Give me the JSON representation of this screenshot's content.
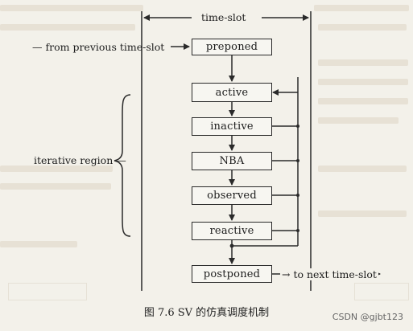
{
  "diagram": {
    "top_label": "time-slot",
    "from_label": "from previous time-slot",
    "to_label": "to next time-slot",
    "iterative_label": "iterative region",
    "regions": [
      {
        "id": "preponed",
        "label": "preponed"
      },
      {
        "id": "active",
        "label": "active"
      },
      {
        "id": "inactive",
        "label": "inactive"
      },
      {
        "id": "nba",
        "label": "NBA"
      },
      {
        "id": "observed",
        "label": "observed"
      },
      {
        "id": "reactive",
        "label": "reactive"
      },
      {
        "id": "postponed",
        "label": "postponed"
      }
    ]
  },
  "caption": "图 7.6   SV 的仿真调度机制",
  "watermark": "CSDN @gjbt123"
}
